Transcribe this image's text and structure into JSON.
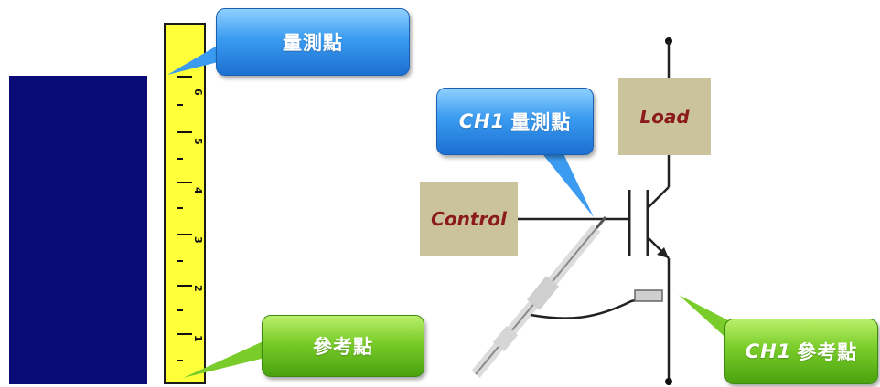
{
  "left_figure": {
    "ruler_numbers": [
      "6",
      "5",
      "4",
      "3",
      "2",
      "1"
    ],
    "measure_callout": "量測點",
    "reference_callout": "參考點"
  },
  "right_figure": {
    "load_label": "Load",
    "control_label": "Control",
    "ch1_measure_callout": {
      "prefix": "CH1",
      "text": "量測點"
    },
    "ch1_reference_callout": {
      "prefix": "CH1",
      "text": "參考點"
    }
  },
  "colors": {
    "block": "#0b0b78",
    "ruler": "#ffff3a",
    "blue_callout": "#3a9bf0",
    "green_callout": "#79cc29",
    "box_fill": "#cac39c",
    "box_text": "#8b1a1a"
  }
}
